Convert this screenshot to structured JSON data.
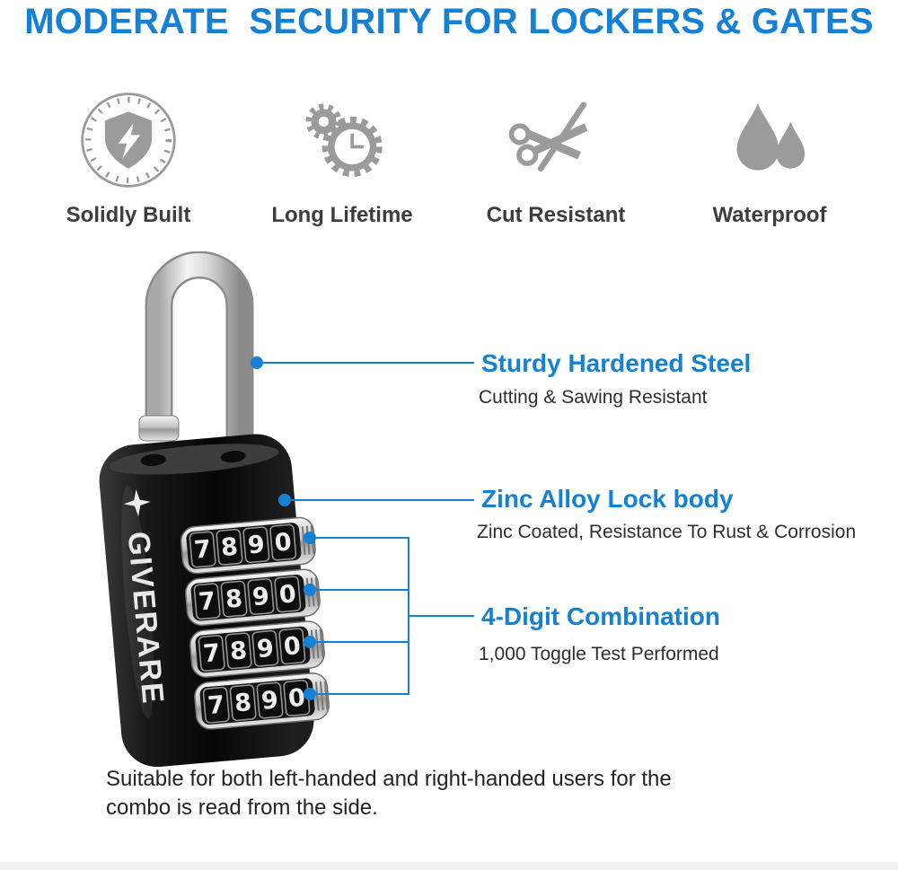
{
  "title": "MODERATE  SECURITY FOR LOCKERS & GATES",
  "features": [
    {
      "icon": "shield-bolt-icon",
      "label": "Solidly Built"
    },
    {
      "icon": "gears-clock-icon",
      "label": "Long Lifetime"
    },
    {
      "icon": "no-cut-scissors-icon",
      "label": "Cut Resistant"
    },
    {
      "icon": "water-drops-icon",
      "label": "Waterproof"
    }
  ],
  "lock": {
    "brand": "GIVERARE",
    "dial_count": 4,
    "dial_digits": [
      "7",
      "8",
      "9",
      "0"
    ]
  },
  "callouts": [
    {
      "heading": "Sturdy Hardened Steel",
      "subtext": "Cutting & Sawing Resistant"
    },
    {
      "heading": "Zinc Alloy Lock body",
      "subtext": "Zinc Coated, Resistance To Rust & Corrosion"
    },
    {
      "heading": "4-Digit Combination",
      "subtext": "1,000 Toggle Test Performed"
    }
  ],
  "footer": "Suitable for both left-handed and right-handed users for the combo is read from the side.",
  "colors": {
    "accent_blue": "#1581d4",
    "icon_gray": "#9b9b9b",
    "text_dark": "#2e2e2e",
    "lock_body": "#0a0a0a"
  }
}
